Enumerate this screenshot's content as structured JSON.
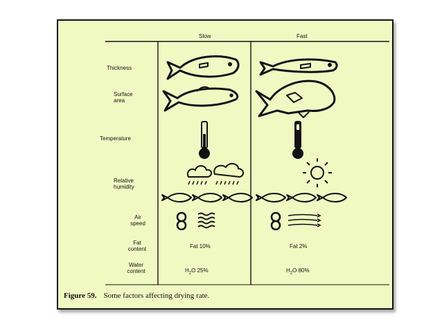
{
  "columns": {
    "slow": "Slow",
    "fast": "Fast"
  },
  "rows": {
    "thickness": "Thickness",
    "surface_area": "Surface\narea",
    "temperature": "Temperature",
    "relative_humidity": "Relative\nhumidity",
    "air_speed": "Air\nspeed",
    "fat_content": "Fat\ncontent",
    "water_content": "Water\ncontent"
  },
  "values": {
    "fat_slow": "Fat 10%",
    "fat_fast": "Fat 2%",
    "water_slow_prefix": "H",
    "water_slow_sub": "2",
    "water_slow_suffix": "O 25%",
    "water_fast_prefix": "H",
    "water_fast_sub": "2",
    "water_fast_suffix": "O 80%"
  },
  "caption": {
    "label": "Figure 59.",
    "text": "Some factors affecting drying rate."
  },
  "colors": {
    "panel": "#f0f9c2",
    "ink": "#111111"
  }
}
